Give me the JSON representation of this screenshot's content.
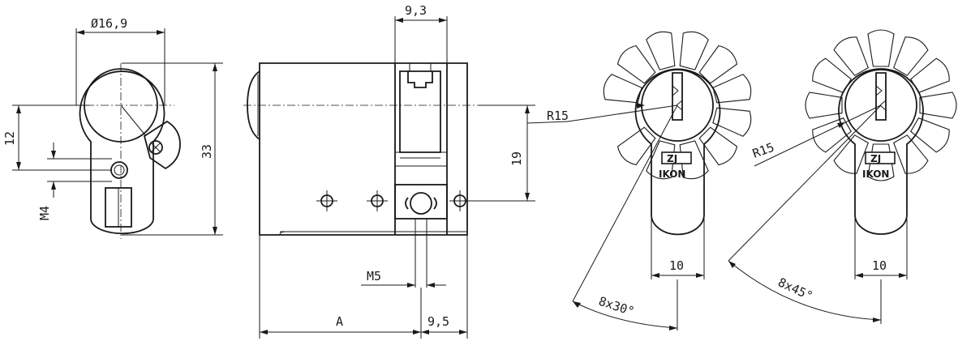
{
  "dimensions": {
    "diameter": "Ø16,9",
    "height_12": "12",
    "height_33": "33",
    "thread_m4": "M4",
    "width_9_3": "9,3",
    "height_19": "19",
    "thread_m5": "M5",
    "length_a": "A",
    "length_9_5": "9,5",
    "radius_left": "R15",
    "radius_right": "R15",
    "width_left": "10",
    "width_right": "10",
    "angle_left": "8x30°",
    "angle_right": "8x45°"
  },
  "logos": {
    "left_brand": "IKON",
    "right_brand": "IKON",
    "mark": "ZJ"
  }
}
